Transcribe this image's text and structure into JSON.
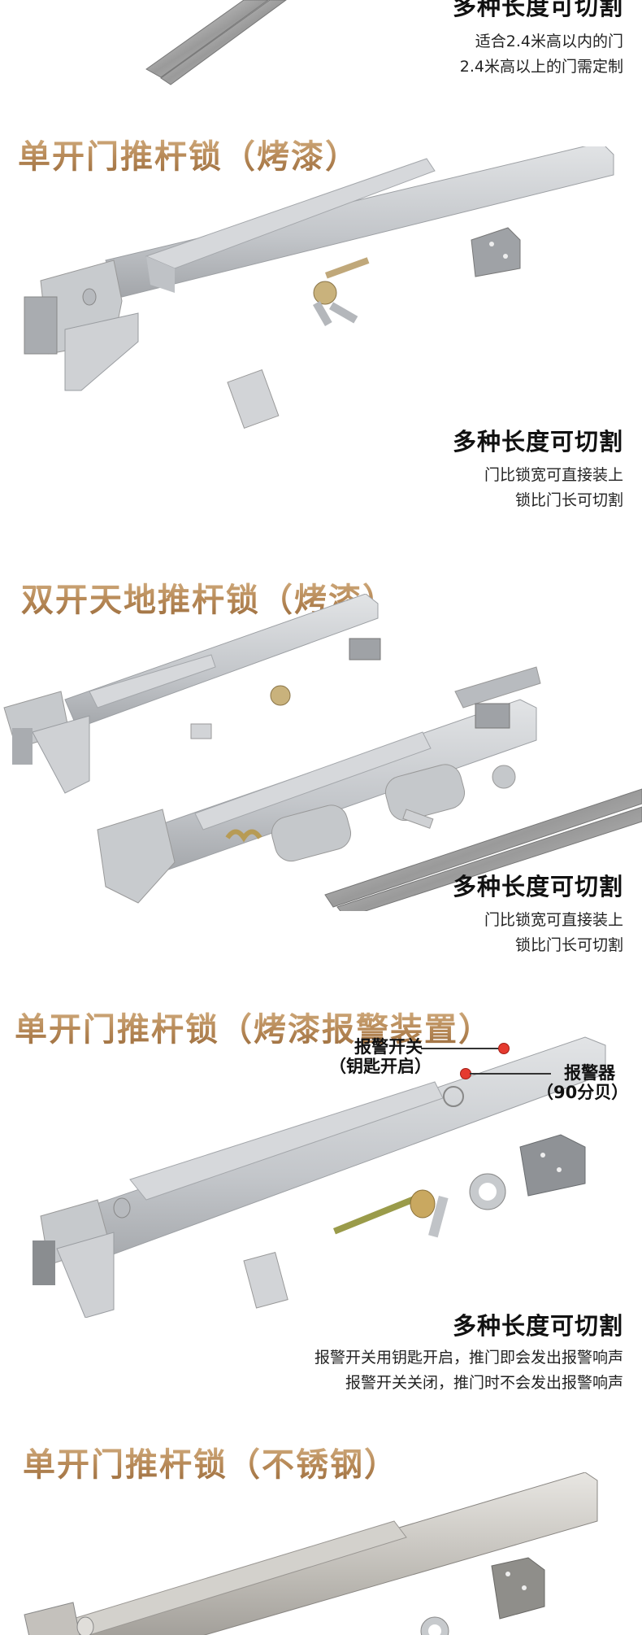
{
  "colors": {
    "title_gradient": [
      "#d8b68a",
      "#b88a58",
      "#9a6c3e"
    ],
    "feature_text": "#111111",
    "alarm_dot": "#e53a2f",
    "aluminum": "#c9ccd0",
    "stainless": "#b4b2ad"
  },
  "sections": [
    {
      "id": "top-partial",
      "feature": {
        "heading": "多种长度可切割",
        "lines": [
          "适合2.4米高以内的门",
          "2.4米高以上的门需定制"
        ]
      }
    },
    {
      "id": "single-door-painted",
      "title": "单开门推杆锁（烤漆）",
      "feature": {
        "heading": "多种长度可切割",
        "lines": [
          "门比锁宽可直接装上",
          "锁比门长可切割"
        ]
      }
    },
    {
      "id": "double-door-vertical-painted",
      "title": "双开天地推杆锁（烤漆）",
      "feature": {
        "heading": "多种长度可切割",
        "lines": [
          "门比锁宽可直接装上",
          "锁比门长可切割"
        ]
      }
    },
    {
      "id": "single-door-painted-alarm",
      "title": "单开门推杆锁（烤漆报警装置）",
      "callouts": {
        "alarm_switch": "报警开关",
        "alarm_switch_note": "（钥匙开启）",
        "alarm": "报警器",
        "alarm_note": "（90分贝）"
      },
      "feature": {
        "heading": "多种长度可切割",
        "lines": [
          "报警开关用钥匙开启，推门即会发出报警响声",
          "报警开关关闭，推门时不会发出报警响声"
        ]
      }
    },
    {
      "id": "single-door-stainless",
      "title": "单开门推杆锁（不锈钢）"
    }
  ]
}
